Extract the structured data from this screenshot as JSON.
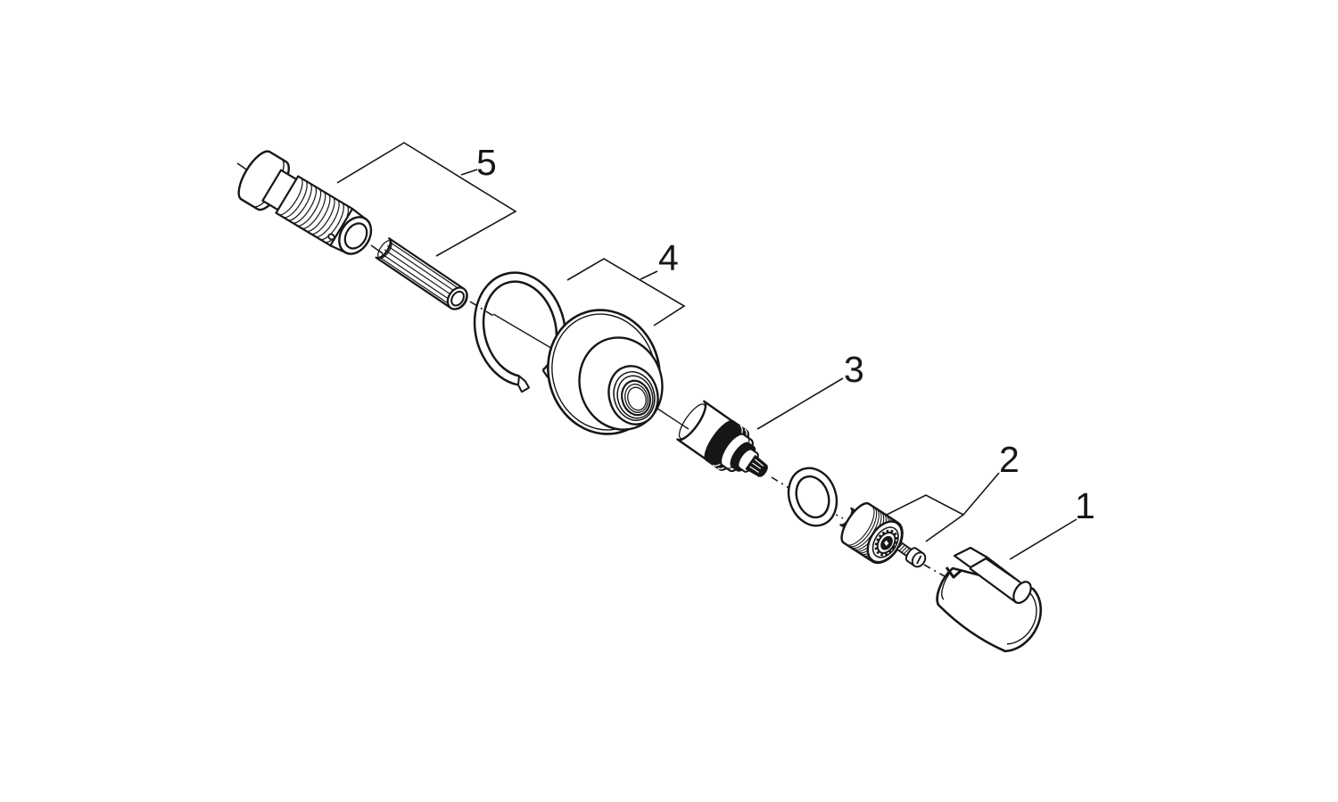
{
  "diagram": {
    "kind": "exploded-parts-diagram",
    "background": "#ffffff",
    "ink": "#161616",
    "callouts": {
      "c1": {
        "label": "1"
      },
      "c2": {
        "label": "2"
      },
      "c3": {
        "label": "3"
      },
      "c4": {
        "label": "4"
      },
      "c5": {
        "label": "5"
      }
    }
  }
}
